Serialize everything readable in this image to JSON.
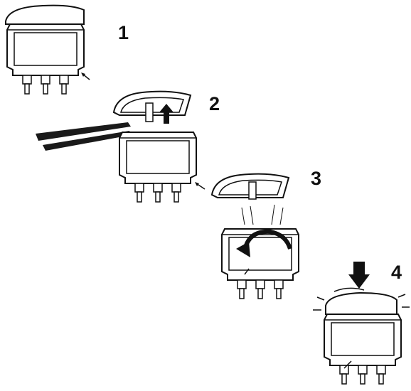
{
  "steps": [
    {
      "number": "1",
      "icon": "rocker-switch-icon"
    },
    {
      "number": "2",
      "icon": "pliers-remove-actuator-icon"
    },
    {
      "number": "3",
      "icon": "actuator-rotate-icon"
    },
    {
      "number": "4",
      "icon": "press-down-install-icon"
    }
  ],
  "colors": {
    "line": "#111111",
    "fill": "#ffffff",
    "tool": "#1a1a1a"
  }
}
